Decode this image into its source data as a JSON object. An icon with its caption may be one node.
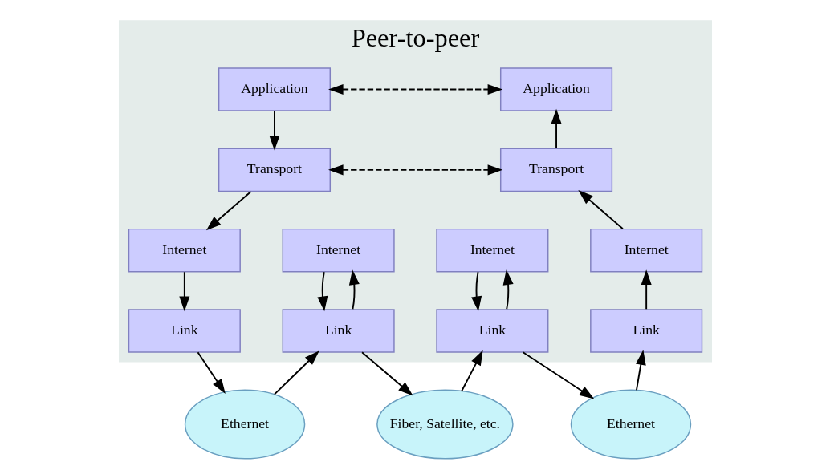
{
  "diagram": {
    "nodes": [
      {
        "text": [
          "Peer-to-peer"
        ]
      },
      {
        "text": [
          "Application"
        ],
        "in": 0
      },
      {
        "text": [
          "Transport"
        ],
        "in": 0
      },
      {
        "text": [
          "Internet"
        ],
        "in": 0
      },
      {
        "text": [
          "Link"
        ],
        "in": 0
      },
      {
        "text": [
          "Internet"
        ],
        "in": 0
      },
      {
        "text": [
          "Link"
        ],
        "in": 0
      },
      {
        "text": [
          "Internet"
        ],
        "in": 0
      },
      {
        "text": [
          "Link"
        ],
        "in": 0
      },
      {
        "text": [
          "Application"
        ],
        "in": 0
      },
      {
        "text": [
          "Transport"
        ],
        "in": 0
      },
      {
        "text": [
          "Internet"
        ],
        "in": 0
      },
      {
        "text": [
          "Link"
        ],
        "in": 0
      },
      {
        "text": [
          "Ethernet"
        ]
      },
      {
        "text": [
          "Fiber, Satellite, etc."
        ]
      },
      {
        "text": [
          "Ethernet"
        ]
      }
    ],
    "edges": [
      {
        "from": 1,
        "to": 9,
        "arrow": "both",
        "style": "dashed"
      },
      {
        "from": 2,
        "to": 10,
        "arrow": "both",
        "style": "dashed"
      },
      {
        "from": 1,
        "to": 2,
        "arrow": "to"
      },
      {
        "from": 2,
        "to": 3,
        "arrow": "to"
      },
      {
        "from": 3,
        "to": 4,
        "arrow": "to"
      },
      {
        "from": 4,
        "to": 13,
        "arrow": "to"
      },
      {
        "from": 13,
        "to": 6,
        "arrow": "to"
      },
      {
        "from": 6,
        "to": 5,
        "arrow": "to"
      },
      {
        "from": 5,
        "to": 6,
        "arrow": "to"
      },
      {
        "from": 6,
        "to": 14,
        "arrow": "to"
      },
      {
        "from": 14,
        "to": 8,
        "arrow": "to"
      },
      {
        "from": 8,
        "to": 7,
        "arrow": "to"
      },
      {
        "from": 7,
        "to": 8,
        "arrow": "to"
      },
      {
        "from": 8,
        "to": 15,
        "arrow": "to"
      },
      {
        "from": 15,
        "to": 12,
        "arrow": "to"
      },
      {
        "from": 12,
        "to": 11,
        "arrow": "to"
      },
      {
        "from": 11,
        "to": 10,
        "arrow": "to"
      },
      {
        "from": 10,
        "to": 9,
        "arrow": "to"
      }
    ]
  }
}
